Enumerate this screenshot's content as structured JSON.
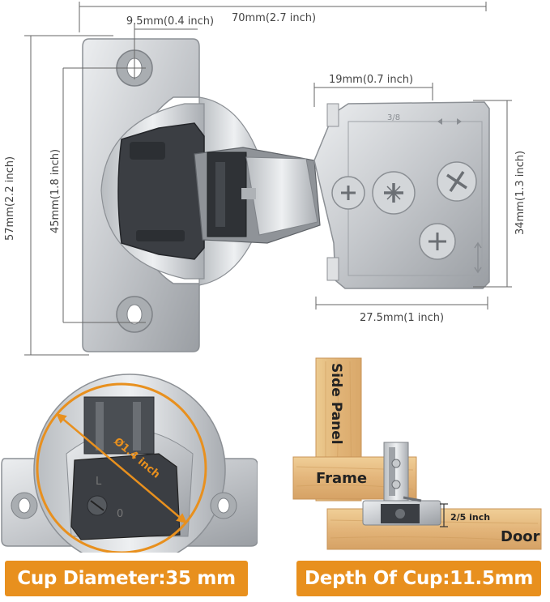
{
  "dimensions": {
    "overall_width": "70mm(2.7 inch)",
    "hole_offset": "9.5mm(0.4 inch)",
    "plate_width": "19mm(0.7 inch)",
    "overall_height": "57mm(2.2 inch)",
    "hole_spacing": "45mm(1.8 inch)",
    "plate_height": "34mm(1.3 inch)",
    "plate_length": "27.5mm(1 inch)"
  },
  "detail": {
    "cup_diameter_arrow_label": "Ø1.4 inch"
  },
  "install_diagram": {
    "side_panel_label": "Side Panel",
    "frame_label": "Frame",
    "door_label": "Door",
    "gap_label": "2/5 inch"
  },
  "banners": {
    "cup_diameter": "Cup Diameter:35 mm",
    "cup_depth": "Depth Of Cup:11.5mm"
  },
  "colors": {
    "banner": "#e8901e",
    "wood": "#e3b97a",
    "metal": "#c9ccd0",
    "plastic": "#3a3d42"
  }
}
